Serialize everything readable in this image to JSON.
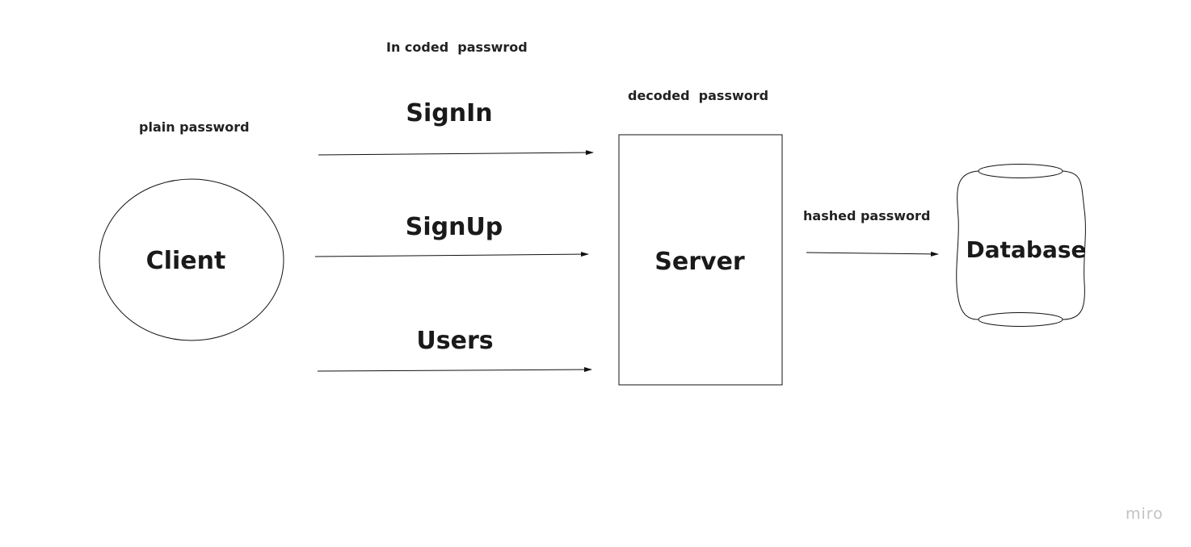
{
  "nodes": {
    "client": "Client",
    "server": "Server",
    "database": "Database"
  },
  "annotations": {
    "plain_password": "plain password",
    "encoded_password": "In coded  passwrod",
    "decoded_password": "decoded  password",
    "hashed_password": "hashed password"
  },
  "routes": [
    {
      "label": "SignIn"
    },
    {
      "label": "SignUp"
    },
    {
      "label": "Users"
    }
  ],
  "watermark": "miro"
}
